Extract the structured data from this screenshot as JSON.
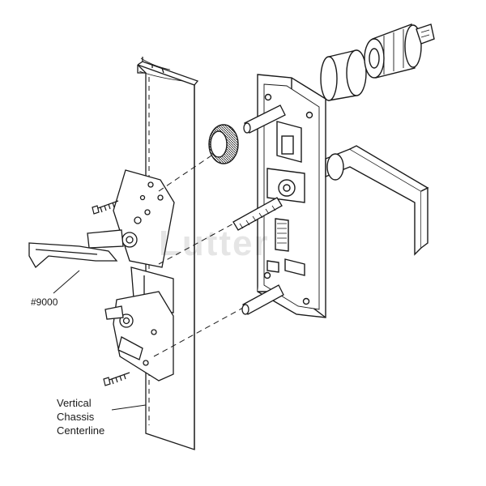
{
  "diagram": {
    "part_label": "#9000",
    "centerline_label": [
      "Vertical",
      "Chassis",
      "Centerline"
    ],
    "watermark": "Lutter",
    "colors": {
      "line": "#1a1a1a",
      "background": "#ffffff",
      "watermark": "#d9d9d9"
    }
  },
  "components": [
    "door-stile",
    "vertical-latch-mechanism",
    "mounting-screw-icon",
    "trim-escutcheon-plate",
    "lever-handle",
    "cylinder-lock-icon",
    "cylinder-ring",
    "threaded-ring",
    "spindle-rod",
    "standoff-post"
  ]
}
